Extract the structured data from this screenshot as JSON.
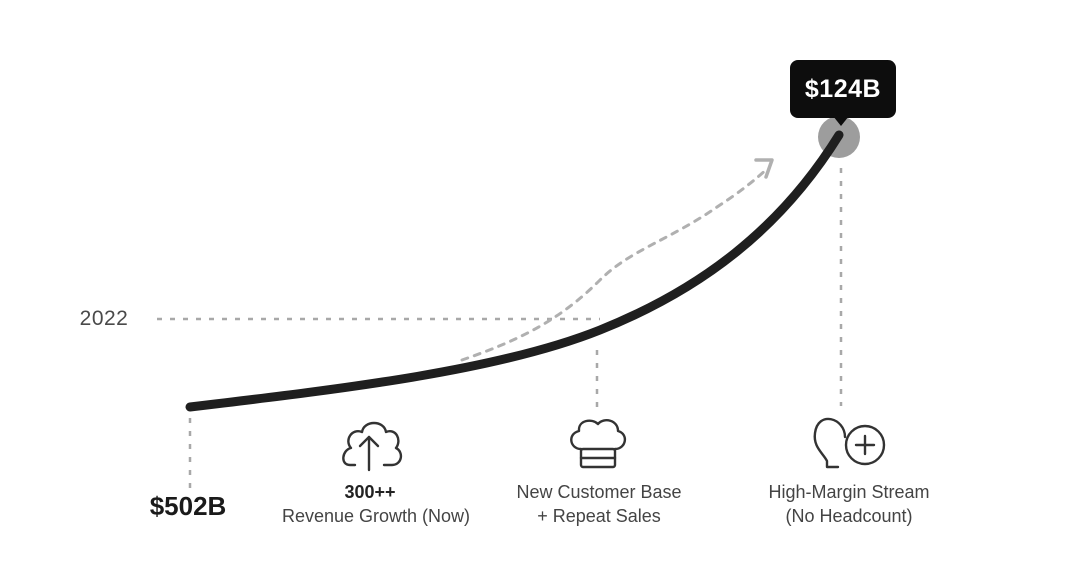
{
  "diagram": {
    "start_year": "2022",
    "start_value": "$502B",
    "end_value": "$124B",
    "milestones": [
      {
        "headline": "300++",
        "lines": [
          "Revenue Growth (Now)"
        ],
        "icon": "cloud-upload-icon"
      },
      {
        "headline": "",
        "lines": [
          "New Customer Base",
          "+ Repeat Sales"
        ],
        "icon": "chef-hat-icon"
      },
      {
        "headline": "",
        "lines": [
          "High-Margin Stream",
          "(No Headcount)"
        ],
        "icon": "lightbulb-plus-icon"
      }
    ]
  },
  "colors": {
    "curve": "#1f1f1f",
    "guide": "#a8a8a8",
    "trend_arrow": "#b0b0b0",
    "badge_bg": "#0d0d0d",
    "badge_text": "#ffffff",
    "endpoint_halo": "#8c8c8c"
  }
}
